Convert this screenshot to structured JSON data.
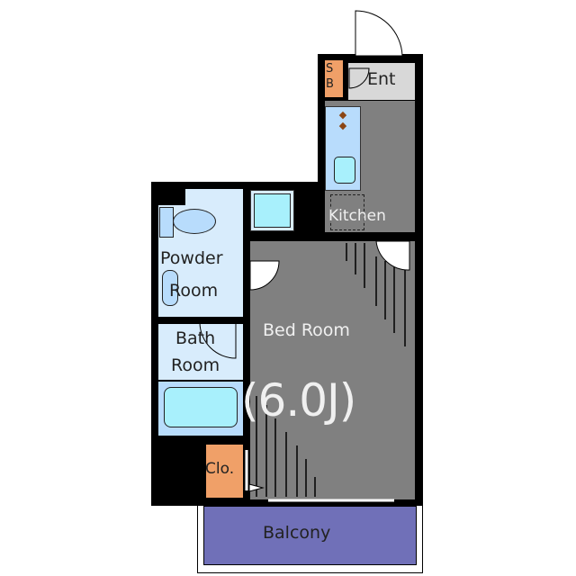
{
  "rooms": {
    "entrance": "Ent",
    "shoe_box": "S B",
    "kitchen": "Kitchen",
    "powder_line1": "Powder",
    "powder_line2": "Room",
    "bath_line1": "Bath",
    "bath_line2": "Room",
    "bedroom": "Bed Room",
    "bedroom_size": "(6.0J)",
    "closet": "Clo.",
    "balcony": "Balcony"
  },
  "colors": {
    "wall": "#000000",
    "floor_dark": "#808080",
    "entrance": "#d8d8d8",
    "wet_area": "#d8ecfc",
    "fixture": "#a8f0fc",
    "storage": "#f0a068",
    "balcony": "#7070b8"
  }
}
